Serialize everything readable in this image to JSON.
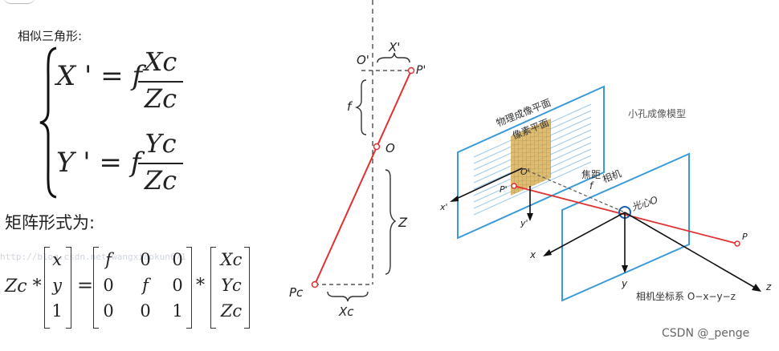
{
  "formula": {
    "title": "相似三角形:",
    "eq1": {
      "lhs": "X ' = f",
      "num": "Xc",
      "den": "Zc"
    },
    "eq2": {
      "lhs": "Y ' = f",
      "num": "Yc",
      "den": "Zc"
    },
    "matrix_title": "矩阵形式为:",
    "zc_label": "Zc *",
    "vec_left": [
      "x",
      "y",
      "1"
    ],
    "equals": "=",
    "intrinsic": [
      [
        "f",
        "0",
        "0"
      ],
      [
        "0",
        "f",
        "0"
      ],
      [
        "0",
        "0",
        "1"
      ]
    ],
    "times": "*",
    "vec_right": [
      "Xc",
      "Yc",
      "Zc"
    ],
    "watermark": "http://blog.csdn.net/wangxiaokun671"
  },
  "pinhole": {
    "o_prime": "O'",
    "x_prime": "X'",
    "p_prime": "P'",
    "f": "f",
    "o": "O",
    "z": "Z",
    "pc": "Pc",
    "xc": "Xc"
  },
  "camera": {
    "model_title": "小孔成像模型",
    "physical_plane": "物理成像平面",
    "pixel_plane": "像素平面",
    "o_prime": "O'",
    "p_prime": "P'",
    "focal": "焦距",
    "f": "f",
    "camera": "相机",
    "optical_center": "光心O",
    "x_prime": "x'",
    "y_prime": "y'",
    "x": "x",
    "y": "y",
    "z": "z",
    "p": "P",
    "coord_system": "相机坐标系 O−x−y−z",
    "colors": {
      "plane": "#3a9ad9",
      "ray": "#e03030",
      "grid": "#9ccbee",
      "pixel": "#c79a3a"
    }
  },
  "credit": "CSDN @_penge"
}
